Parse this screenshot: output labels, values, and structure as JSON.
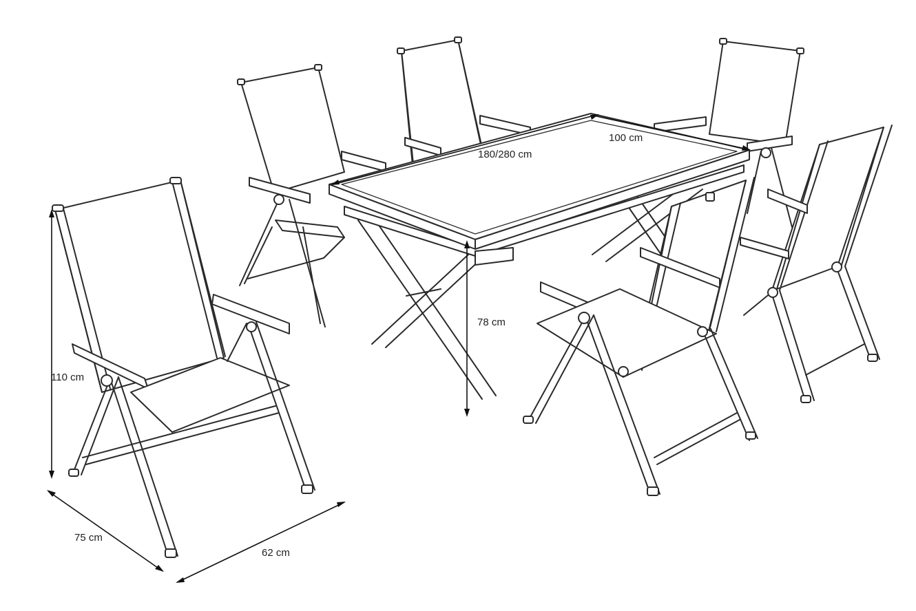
{
  "dimensions": {
    "table_length": "180/280 cm",
    "table_width": "100 cm",
    "table_height": "78 cm",
    "chair_height": "110 cm",
    "chair_depth": "75 cm",
    "chair_width": "62 cm"
  },
  "colors": {
    "line": "#2a2a2a",
    "background": "#ffffff"
  }
}
